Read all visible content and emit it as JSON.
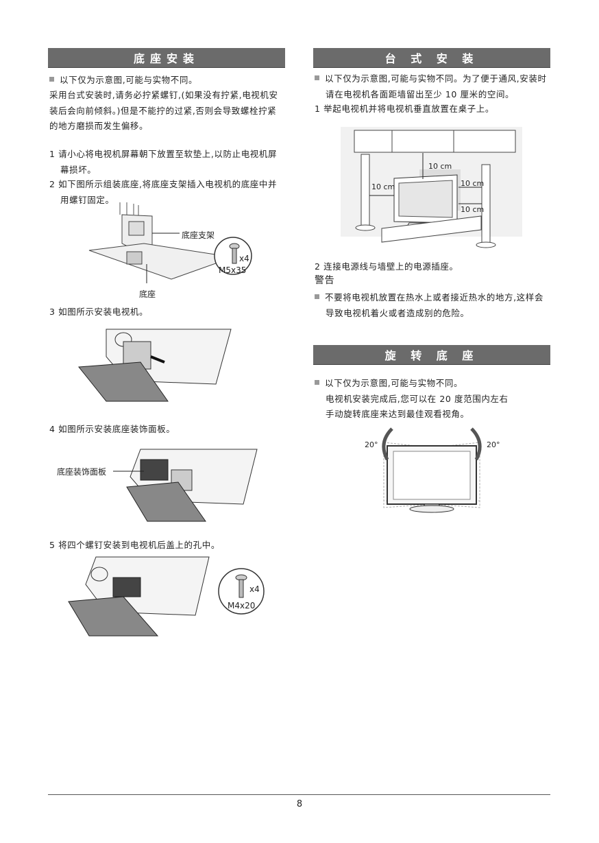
{
  "left": {
    "title": "底座安装",
    "note": "以下仅为示意图,可能与实物不同。",
    "para": [
      "采用台式安装时,请务必拧紧螺钉,(如果没有拧紧,电视机安",
      "装后会向前倾斜。)但是不能拧的过紧,否则会导致螺栓拧紧",
      "的地方磨损而发生偏移。"
    ],
    "step1": [
      "1  请小心将电视机屏幕朝下放置至软垫上,以防止电视机屏",
      "幕损坏。"
    ],
    "step2": [
      "2  如下图所示组装底座,将底座支架插入电视机的底座中并",
      "用螺钉固定。"
    ],
    "fig1": {
      "bracket": "底座支架",
      "base": "底座",
      "qty": "x4",
      "screw": "M5x35"
    },
    "step3": "3  如图所示安装电视机。",
    "step4": "4  如图所示安装底座装饰面板。",
    "fig4": {
      "panel": "底座装饰面板"
    },
    "step5": "5  将四个螺钉安装到电视机后盖上的孔中。",
    "fig5": {
      "qty": "x4",
      "screw": "M4x20"
    }
  },
  "right": {
    "title": "台 式 安 装",
    "note": [
      "以下仅为示意图,可能与实物不同。为了便于通风,安装时",
      "请在电视机各面距墙留出至少 10 厘米的空间。"
    ],
    "step1": "1  举起电视机并将电视机垂直放置在桌子上。",
    "fig": {
      "top": "10 cm",
      "left": "10 cm",
      "right": "10 cm",
      "back": "10 cm"
    },
    "step2": "2  连接电源线与墙壁上的电源插座。",
    "warning_title": "警告",
    "warning": [
      "不要将电视机放置在热水上或者接近热水的地方,这样会",
      "导致电视机着火或者造成别的危险。"
    ],
    "swivel_title": "旋 转 底 座",
    "swivel_note": [
      "以下仅为示意图,可能与实物不同。",
      "电视机安装完成后,您可以在 20 度范围内左右",
      "手动旋转底座来达到最佳观看视角。"
    ],
    "swivel_fig": {
      "left_angle": "20°",
      "right_angle": "20°"
    }
  },
  "footer": {
    "page": "8"
  }
}
